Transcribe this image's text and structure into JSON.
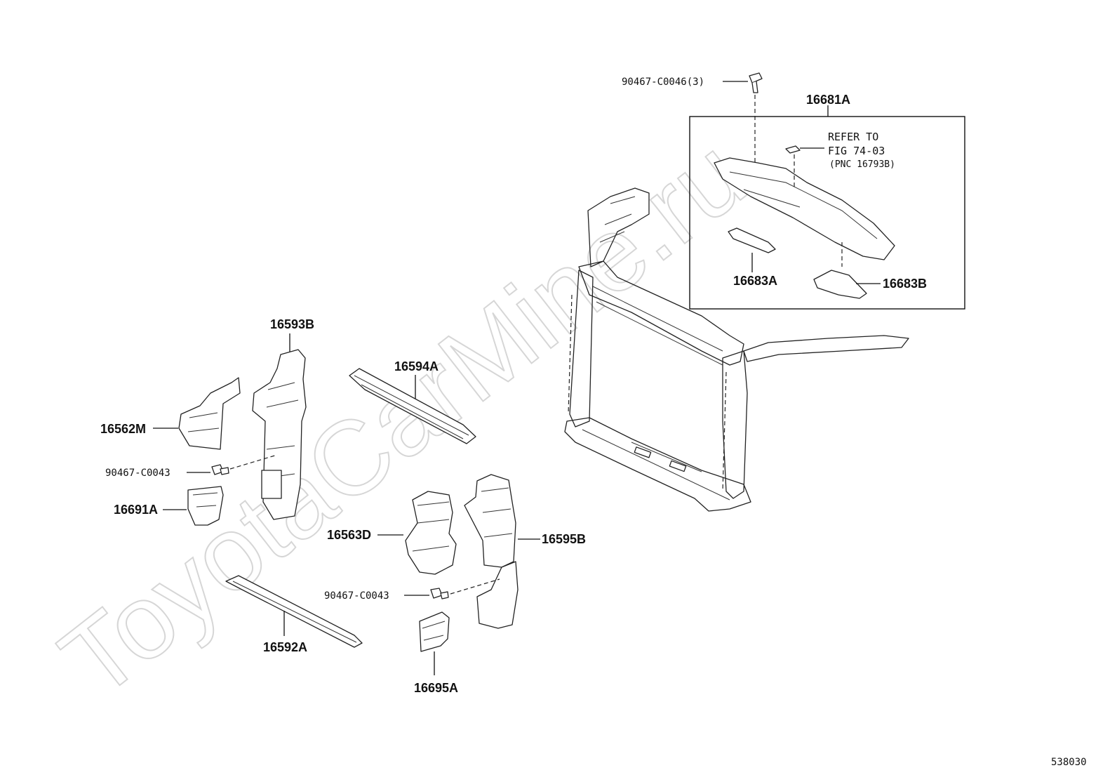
{
  "watermark": "ToyotaCarMine.ru",
  "figure_id": "538030",
  "callouts": {
    "p16681A": "16681A",
    "p90467_C0046": "90467-C0046(3)",
    "refer_line1": "REFER TO",
    "refer_line2": "FIG 74-03",
    "refer_line3": "(PNC 16793B)",
    "p16683A": "16683A",
    "p16683B": "16683B",
    "p16593B": "16593B",
    "p16594A": "16594A",
    "p16562M": "16562M",
    "p90467_C0043_a": "90467-C0043",
    "p16691A": "16691A",
    "p16563D": "16563D",
    "p16595B": "16595B",
    "p90467_C0043_b": "90467-C0043",
    "p16592A": "16592A",
    "p16695A": "16695A"
  }
}
